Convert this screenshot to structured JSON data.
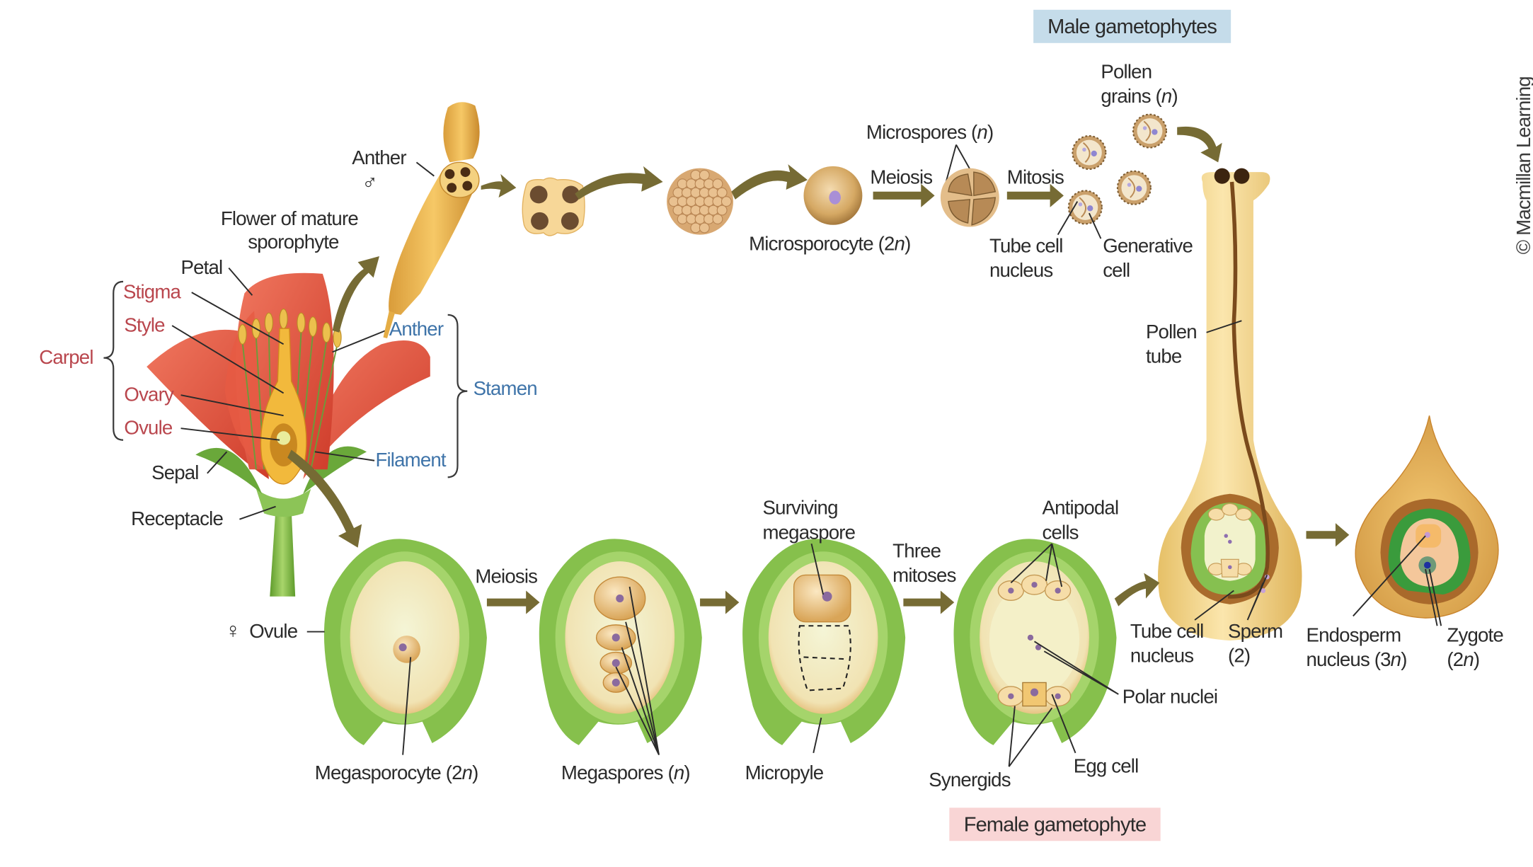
{
  "title": "Angiosperm life cycle: male and female gametophyte development",
  "colors": {
    "male_tag_bg": "#c5dcea",
    "female_tag_bg": "#f9d5d5",
    "carpel_text": "#b9464d",
    "stamen_text": "#3f74a9",
    "arrow": "#766b34",
    "ovule_green": "#7dbb3f",
    "pollen_tan": "#e8c070"
  },
  "section_tags": {
    "male": "Male gametophytes",
    "female": "Female gametophyte"
  },
  "flower": {
    "title_line1": "Flower of mature",
    "title_line2": "sporophyte",
    "petal": "Petal",
    "sepal": "Sepal",
    "receptacle": "Receptacle",
    "carpel": {
      "label": "Carpel",
      "parts": [
        "Stigma",
        "Style",
        "Ovary",
        "Ovule"
      ]
    },
    "stamen": {
      "label": "Stamen",
      "parts": [
        "Anther",
        "Filament"
      ]
    }
  },
  "male_pathway": {
    "anther_label": "Anther",
    "male_symbol": "♂",
    "microsporocyte": "Microsporocyte (2n)",
    "meiosis": "Meiosis",
    "microspores": "Microspores (n)",
    "mitosis": "Mitosis",
    "tube_cell_nucleus_1": "Tube cell",
    "tube_cell_nucleus_2": "nucleus",
    "generative_cell_1": "Generative",
    "generative_cell_2": "cell",
    "pollen_grains_1": "Pollen",
    "pollen_grains_2": "grains (n)",
    "pollen_tube_1": "Pollen",
    "pollen_tube_2": "tube"
  },
  "female_pathway": {
    "female_symbol": "♀",
    "ovule": "Ovule",
    "megasporocyte": "Megasporocyte (2n)",
    "meiosis": "Meiosis",
    "megaspores": "Megaspores (n)",
    "surviving_megaspore_1": "Surviving",
    "surviving_megaspore_2": "megaspore",
    "micropyle": "Micropyle",
    "three_mitoses_1": "Three",
    "three_mitoses_2": "mitoses",
    "antipodal_1": "Antipodal",
    "antipodal_2": "cells",
    "polar_nuclei": "Polar nuclei",
    "synergids": "Synergids",
    "egg_cell": "Egg cell"
  },
  "fertilization": {
    "tube_cell_1": "Tube cell",
    "tube_cell_2": "nucleus",
    "sperm_1": "Sperm",
    "sperm_2": "(2)",
    "endosperm_1": "Endosperm",
    "endosperm_2": "nucleus (3n)",
    "zygote_1": "Zygote",
    "zygote_2": "(2n)"
  },
  "copyright": "© Macmillan Learning"
}
